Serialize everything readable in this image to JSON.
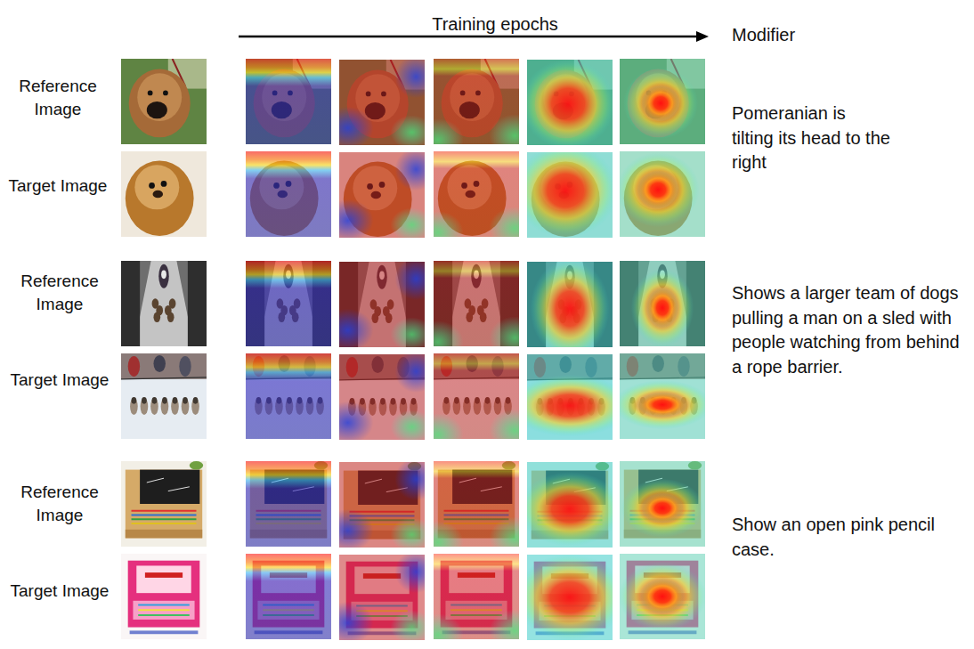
{
  "diagram": {
    "labels": [
      "Training epochs",
      "Modifier",
      "Reference Image",
      "Target Image",
      "Pomeranian is tilting its head to the right",
      "Reference Image",
      "Target Image",
      "Shows a larger team of dogs pulling a man on a sled with people watching from behind a rope barrier.",
      "Reference Image",
      "Target Image",
      "Show an open pink pencil case."
    ]
  }
}
